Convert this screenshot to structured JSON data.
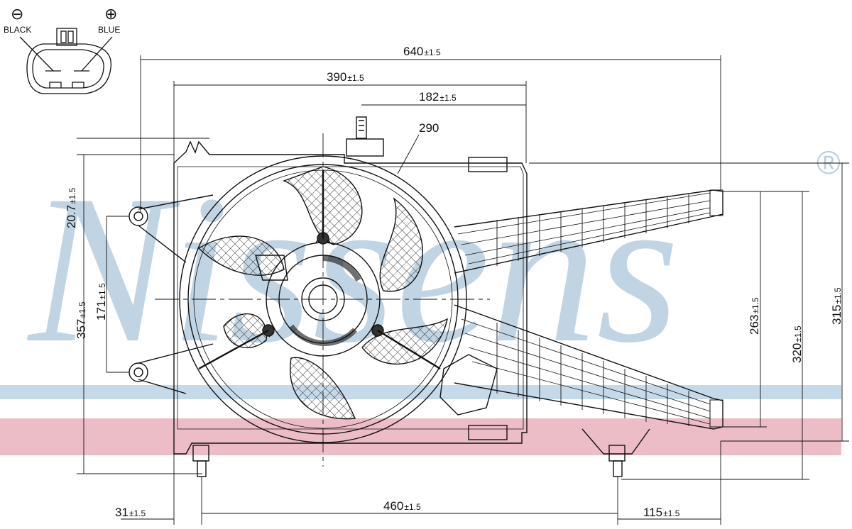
{
  "brand": {
    "watermark": "Nissens",
    "registered_mark": "®",
    "watermark_color": "#b9cfe0",
    "band_blue_color": "#c6d9e8",
    "band_pink_color": "#ecbcc7"
  },
  "connector": {
    "negative_symbol": "⊖",
    "positive_symbol": "⊕",
    "negative_label": "BLACK",
    "positive_label": "BLUE"
  },
  "dimensions": {
    "overall_width": "640",
    "overall_width_tol": "±1.5",
    "inner_width": "390",
    "inner_width_tol": "±1.5",
    "offset_width": "182",
    "offset_width_tol": "±1.5",
    "fan_diameter": "290",
    "left_offset": "20.7",
    "left_offset_tol": "±1.5",
    "mount_spacing": "171",
    "mount_spacing_tol": "±1.5",
    "overall_height": "357",
    "overall_height_tol": "±1.5",
    "right_height_a": "263",
    "right_height_a_tol": "±1.5",
    "right_height_b": "320",
    "right_height_b_tol": "±1.5",
    "right_height_c": "315",
    "right_height_c_tol": "±1.5",
    "bottom_left": "31",
    "bottom_left_tol": "±1.5",
    "bottom_span": "460",
    "bottom_span_tol": "±1.5",
    "bottom_right": "115",
    "bottom_right_tol": "±1.5"
  }
}
